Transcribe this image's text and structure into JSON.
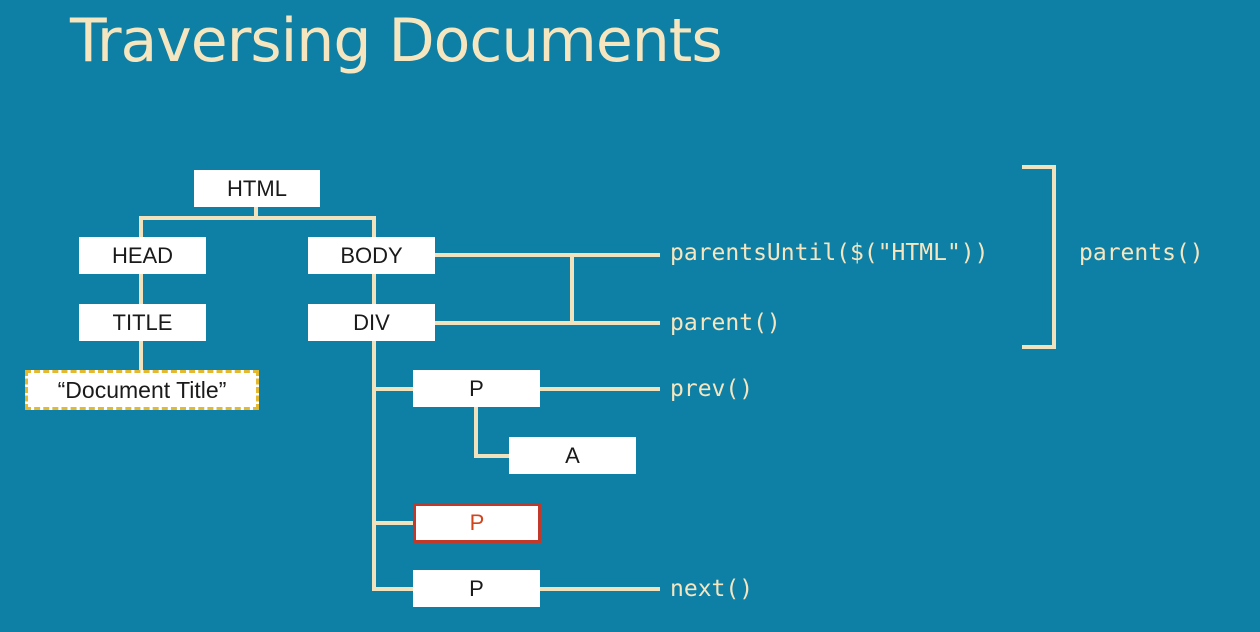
{
  "slide": {
    "title": "Traversing Documents"
  },
  "tree": {
    "html": "HTML",
    "head": "HEAD",
    "title": "TITLE",
    "text_node": "“Document Title”",
    "body": "BODY",
    "div": "DIV",
    "p_prev": "P",
    "a": "A",
    "p_selected": "P",
    "p_next": "P"
  },
  "methods": {
    "parents_until": "parentsUntil($(\"HTML\"))",
    "parent": "parent()",
    "prev": "prev()",
    "next": "next()",
    "parents": "parents()"
  },
  "colors": {
    "background": "#0e80a6",
    "title": "#f5e6c0",
    "connector": "#f0e2bc",
    "node": "#ffffff",
    "text_node_border": "#e5b92f",
    "selected_border": "#c0392b",
    "selected_text": "#d0451b"
  }
}
